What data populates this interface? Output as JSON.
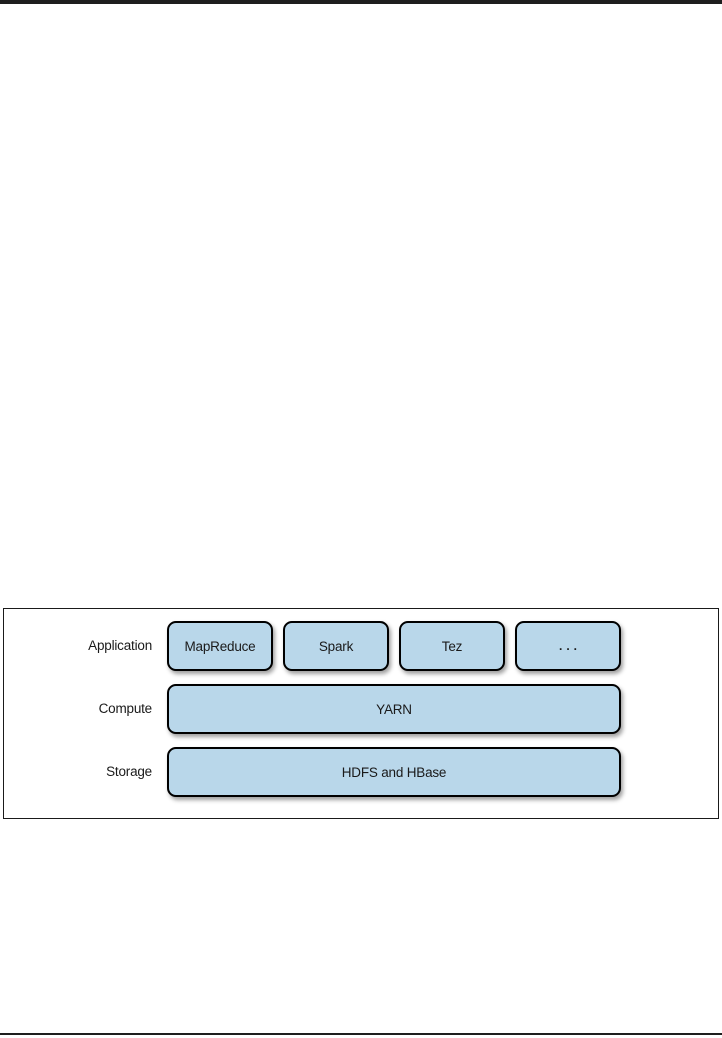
{
  "page": {
    "background": "#ffffff",
    "top_bar_color": "#1e1e1e",
    "bottom_rule_color": "#1e1e1e"
  },
  "figure": {
    "frame_border_color": "#1a1a1a",
    "box_fill_color": "#b9d7ea",
    "box_border_color": "#000000",
    "rows": [
      {
        "label": "Application",
        "boxes": [
          {
            "label": "MapReduce"
          },
          {
            "label": "Spark"
          },
          {
            "label": "Tez"
          },
          {
            "label": "..."
          }
        ]
      },
      {
        "label": "Compute",
        "boxes": [
          {
            "label": "YARN"
          }
        ]
      },
      {
        "label": "Storage",
        "boxes": [
          {
            "label": "HDFS and HBase"
          }
        ]
      }
    ]
  }
}
